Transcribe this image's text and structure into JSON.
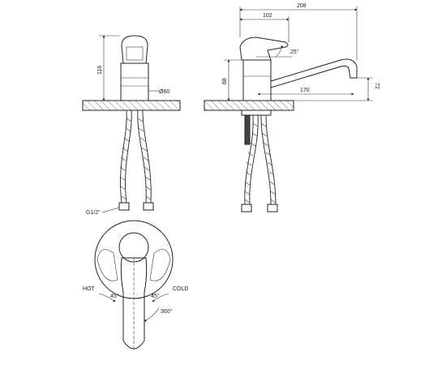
{
  "dimensions": {
    "height_front": "116",
    "diameter": "Ø60",
    "total_length": "208",
    "lever_length": "102",
    "lever_angle": "25°",
    "base_height": "68",
    "spout_reach": "170",
    "spout_height": "72",
    "thread": "G1/2\"",
    "hot_angle": "45°",
    "cold_angle": "45°",
    "rotation": "360°"
  },
  "labels": {
    "hot": "HOT",
    "cold": "COLD"
  }
}
